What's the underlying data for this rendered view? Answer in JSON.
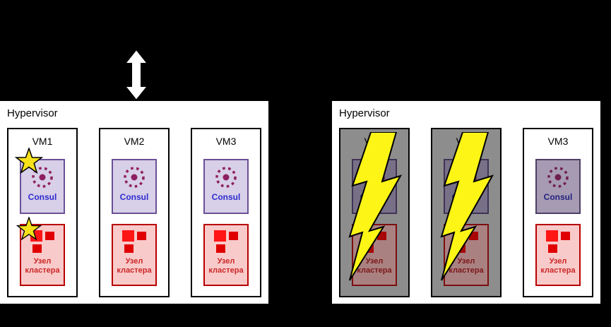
{
  "panels": {
    "left": {
      "title": "Hypervisor",
      "vms": [
        {
          "label": "VM1",
          "consul": "Consul",
          "cluster": "Узел кластера",
          "failed": false,
          "starred": true
        },
        {
          "label": "VM2",
          "consul": "Consul",
          "cluster": "Узел кластера",
          "failed": false,
          "starred": false
        },
        {
          "label": "VM3",
          "consul": "Consul",
          "cluster": "Узел кластера",
          "failed": false,
          "starred": false
        }
      ]
    },
    "right": {
      "title": "Hypervisor",
      "vms": [
        {
          "label": "VM1",
          "consul": "Consul",
          "cluster": "Узел кластера",
          "failed": true,
          "starred": false
        },
        {
          "label": "VM2",
          "consul": "Consul",
          "cluster": "Узел кластера",
          "failed": true,
          "starred": false
        },
        {
          "label": "VM3",
          "consul": "Consul",
          "cluster": "Узел кластера",
          "failed": false,
          "starred": false
        }
      ]
    }
  },
  "icons": {
    "double_arrow": "vertical-double-headed-arrow",
    "consul_logo": "dotted-ring-with-center-dot",
    "cluster_node": "three-red-squares",
    "star": "yellow-five-point-star",
    "lightning": "yellow-lightning-bolt"
  },
  "colors": {
    "background": "#000000",
    "panel": "#ffffff",
    "consul_box": "#d8cfe8",
    "consul_border": "#6a5096",
    "consul_text": "#2e2cd0",
    "consul_logo": "#8d2060",
    "cluster_box": "#f9caca",
    "cluster_border": "#b80000",
    "cluster_text": "#cc2727",
    "failed_vm": "#8d8d8d",
    "star": "#f6e11b",
    "lightning": "#fdf516"
  }
}
